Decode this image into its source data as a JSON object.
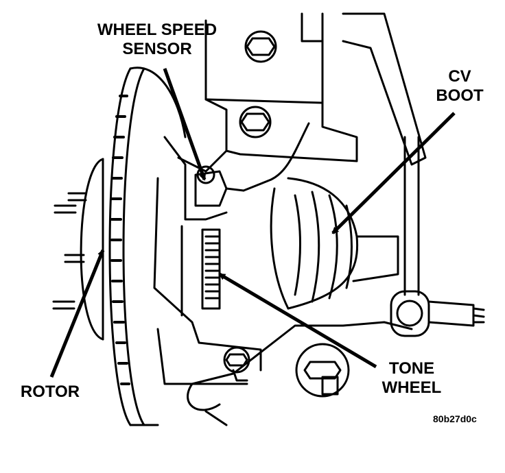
{
  "callouts": {
    "wheel_speed_sensor": {
      "line1": "WHEEL SPEED",
      "line2": "SENSOR"
    },
    "cv_boot": {
      "line1": "CV",
      "line2": "BOOT"
    },
    "rotor": {
      "text": "ROTOR"
    },
    "tone_wheel": {
      "line1": "TONE",
      "line2": "WHEEL"
    }
  },
  "figure_id": "80b27d0c",
  "colors": {
    "ink": "#000000",
    "paper": "#ffffff"
  }
}
